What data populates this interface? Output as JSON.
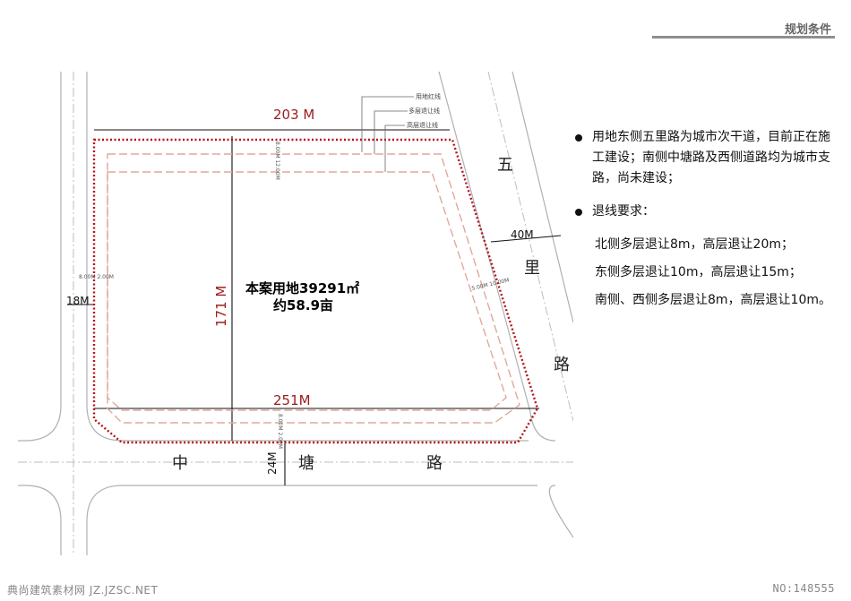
{
  "header": {
    "title": "规划条件"
  },
  "plan": {
    "dim_north": "203 M",
    "dim_south": "251M",
    "dim_height": "171 M",
    "road_west_width": "18M",
    "road_east_width": "40M",
    "road_south_width": "24M",
    "setback_west_label": "8.00M  2.00M",
    "setback_north_label": "8.00M 12.00M",
    "setback_east_label": "5.00M 10.00M",
    "setback_south_label": "8.00M 2.00M",
    "legend": {
      "red_line": "用地红线",
      "multi_setback": "多层退让线",
      "high_setback": "高层退让线"
    },
    "site_area": "本案用地39291㎡",
    "site_mu": "约58.9亩",
    "east_road_chars": [
      "五",
      "里",
      "路"
    ],
    "south_road_chars": [
      "中",
      "塘",
      "路"
    ],
    "colors": {
      "red_line": "#b5121b",
      "setback": "#e0a99b",
      "dim_red": "#9b1c1c"
    }
  },
  "notes": {
    "items": [
      {
        "text": "用地东侧五里路为城市次干道，目前正在施工建设；南侧中塘路及西侧道路均为城市支路，尚未建设；"
      },
      {
        "text": "退线要求：",
        "subitems": [
          "北侧多层退让8m，高层退让20m；",
          "东侧多层退让10m，高层退让15m；",
          "南侧、西侧多层退让8m，高层退让10m。"
        ]
      }
    ]
  },
  "footer": {
    "left": "典尚建筑素材网 JZ.JZSC.NET",
    "right": "NO:148555"
  }
}
